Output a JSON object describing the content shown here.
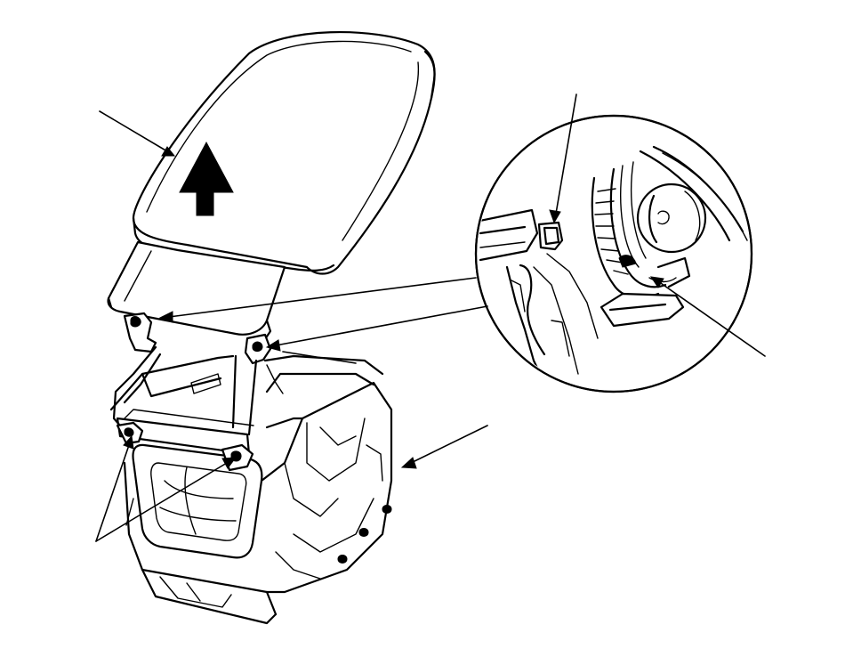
{
  "diagram": {
    "colors": {
      "line": "#000000",
      "background": "#ffffff"
    },
    "components": [
      "armrest-lid",
      "lid-hinge-bracket",
      "console-box",
      "detail-magnifier-circle",
      "removal-direction-arrow",
      "callout-leader-lines"
    ],
    "labels": []
  }
}
